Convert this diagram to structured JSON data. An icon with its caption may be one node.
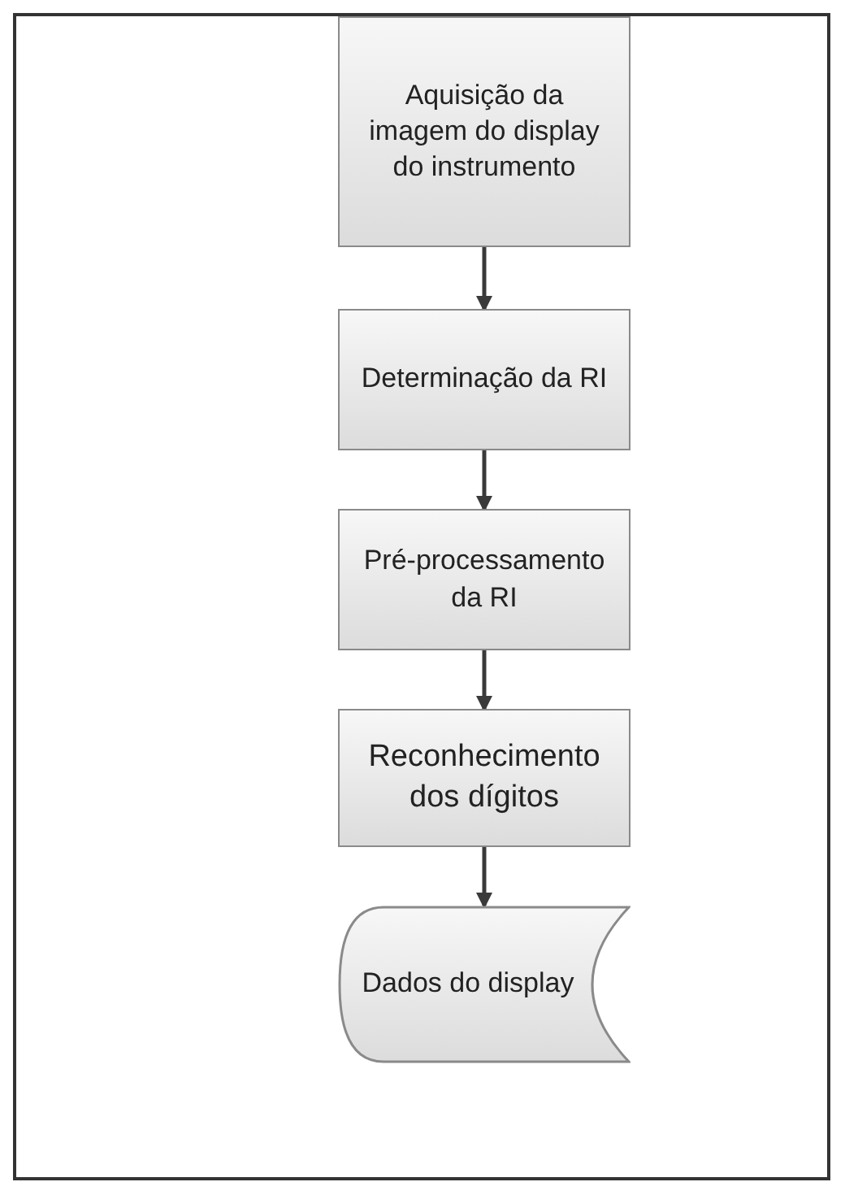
{
  "diagram": {
    "nodes": [
      {
        "text": [
          "Aquisição da imagem do display do instrumento"
        ]
      },
      {
        "text": [
          "Determinação da RI"
        ]
      },
      {
        "text": [
          "Pré-processamento da RI"
        ]
      },
      {
        "text": [
          "Reconhecimento dos dígitos"
        ]
      },
      {
        "text": [
          "Dados do display"
        ]
      }
    ],
    "edges": [
      {
        "from": 0,
        "to": 1,
        "arrow": "to"
      },
      {
        "from": 1,
        "to": 2,
        "arrow": "to"
      },
      {
        "from": 2,
        "to": 3,
        "arrow": "to"
      },
      {
        "from": 3,
        "to": 4,
        "arrow": "to"
      }
    ]
  }
}
